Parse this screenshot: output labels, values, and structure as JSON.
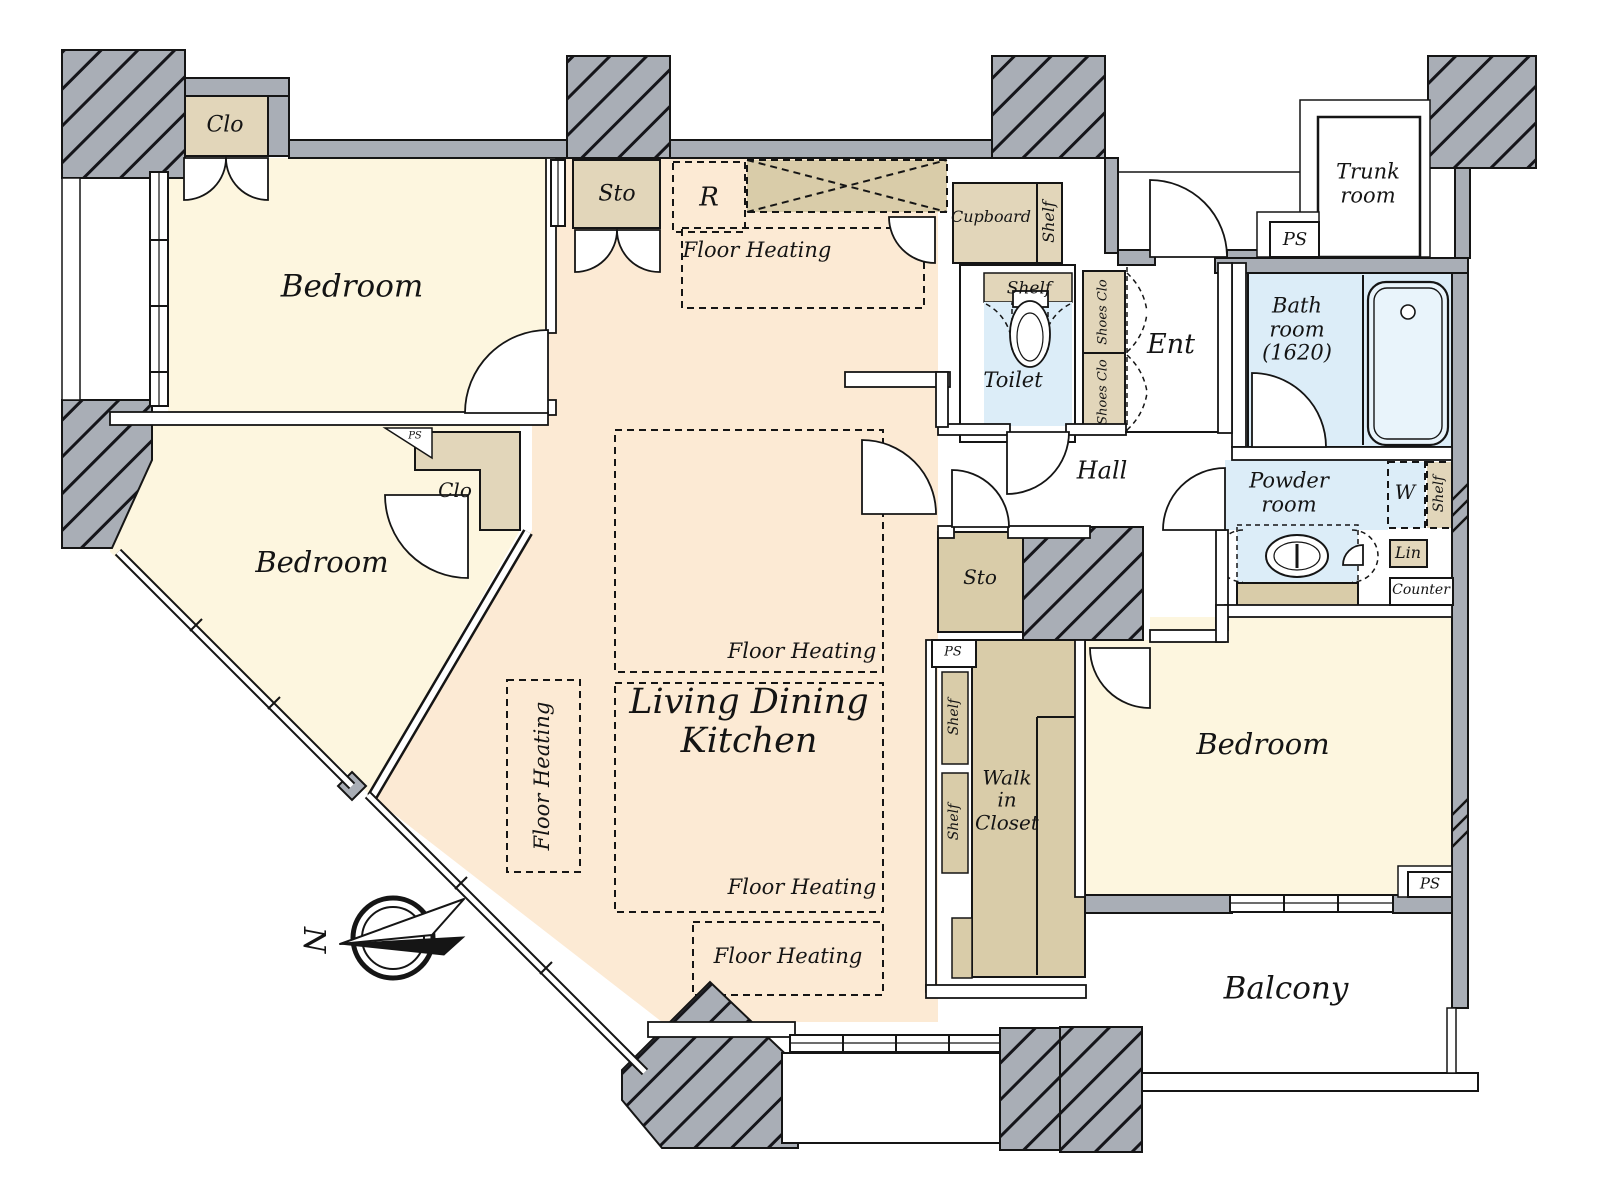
{
  "title": "Apartment floor plan (3LDK with walk-in closet)",
  "colors": {
    "wall_grey": "#a9aeb6",
    "room_cream": "#fdf6df",
    "room_peach": "#fcead4",
    "tan_light": "#e2d6ba",
    "tan_dark": "#d9cca9",
    "wet_blue": "#dcedf8",
    "line_black": "#151515"
  },
  "labels": {
    "clo1": "Clo",
    "bedroom1": "Bedroom",
    "sto_top": "Sto",
    "refrigerator": "R",
    "floor_heating_kitchen": "Floor Heating",
    "cupboard": "Cupboard",
    "shelf_kitchen": "Shelf",
    "shelf_toilet": "Shelf",
    "toilet": "Toilet",
    "shoes_clo_upper": "Shoes Clo",
    "shoes_clo_lower": "Shoes Clo",
    "ent": "Ent",
    "ps_entrance": "PS",
    "trunk_room": "Trunk\nroom",
    "bath_room": "Bath\nroom\n(1620)",
    "hall": "Hall",
    "powder_room": "Powder\nroom",
    "washer": "W",
    "shelf_powder": "Shelf",
    "lin": "Lin",
    "counter": "Counter",
    "ps_bedroom2": "PS",
    "clo2": "Clo",
    "bedroom2": "Bedroom",
    "floor_heating_left": "Floor Heating",
    "ldk": "Living Dining\nKitchen",
    "floor_heating_mid": "Floor Heating",
    "floor_heating_lower": "Floor Heating",
    "floor_heating_bottom": "Floor Heating",
    "sto_right": "Sto",
    "ps_wic": "PS",
    "shelf_wic_upper": "Shelf",
    "shelf_wic_lower": "Shelf",
    "walk_in_closet": "Walk\nin\nCloset",
    "bedroom3": "Bedroom",
    "ps_bedroom3": "PS",
    "balcony": "Balcony",
    "compass_north": "N"
  }
}
